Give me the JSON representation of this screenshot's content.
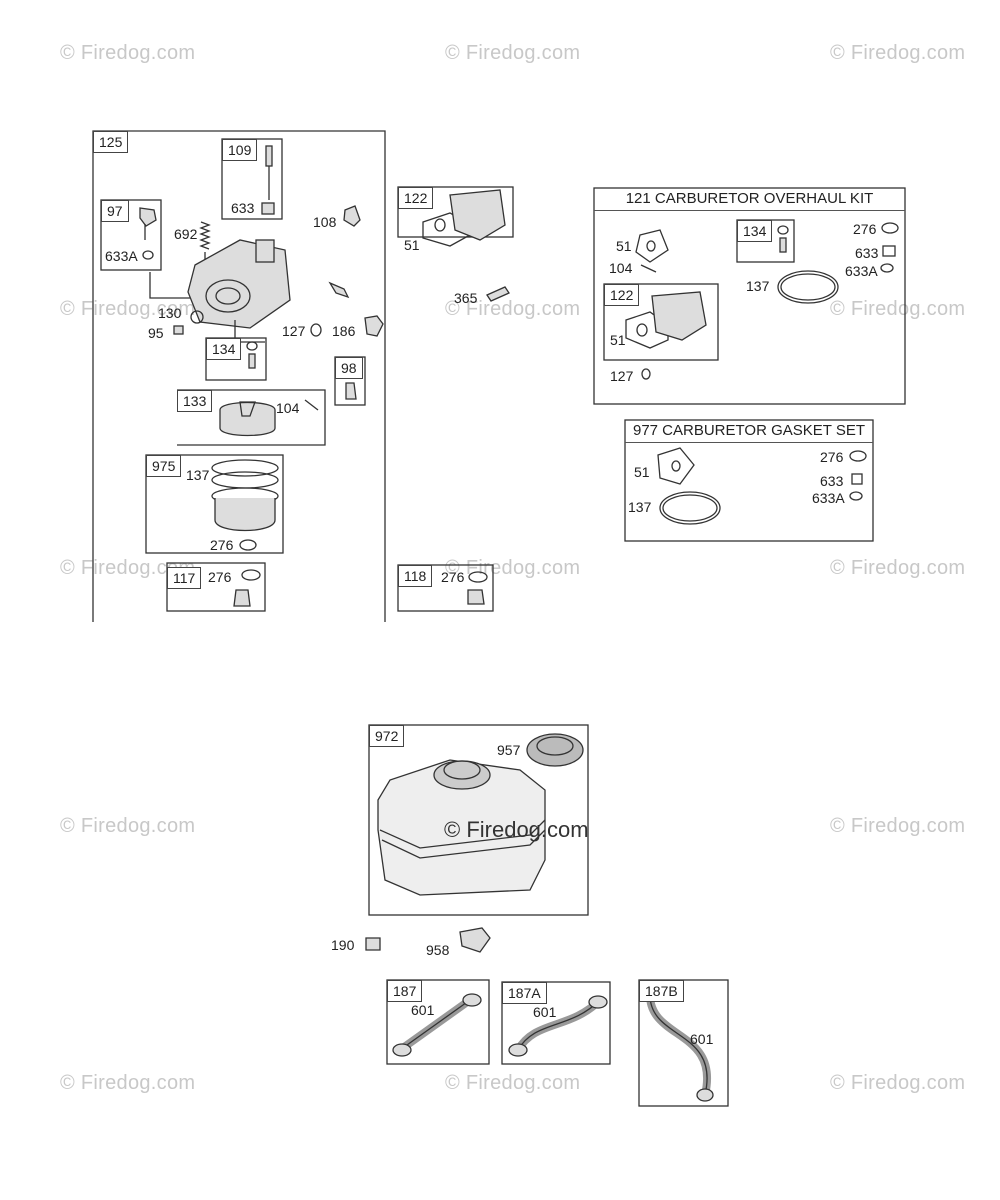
{
  "watermark": "© Firedog.com",
  "center_watermark": "© Firedog.com",
  "labels": {
    "g125": "125",
    "g109": "109",
    "p633_a": "633",
    "g97": "97",
    "p692": "692",
    "p633A_a": "633A",
    "p108": "108",
    "p130": "130",
    "p95": "95",
    "p127_a": "127",
    "p186": "186",
    "g134_a": "134",
    "g98": "98",
    "g133": "133",
    "p104_a": "104",
    "g975": "975",
    "p137_a": "137",
    "p276_a": "276",
    "g117": "117",
    "p276_b": "276",
    "g122_a": "122",
    "p51_a": "51",
    "p365": "365",
    "g118": "118",
    "p276_c": "276",
    "kit121_title": "121 CARBURETOR OVERHAUL KIT",
    "p51_b": "51",
    "p104_b": "104",
    "g134_b": "134",
    "p276_d": "276",
    "p633_b": "633",
    "p633A_b": "633A",
    "p137_b": "137",
    "g122_b": "122",
    "p51_c": "51",
    "p127_b": "127",
    "kit977_title": "977 CARBURETOR GASKET SET",
    "p51_d": "51",
    "p276_e": "276",
    "p633_c": "633",
    "p633A_c": "633A",
    "p137_c": "137",
    "g972": "972",
    "p957": "957",
    "p190": "190",
    "p958": "958",
    "g187": "187",
    "p601_a": "601",
    "g187A": "187A",
    "p601_b": "601",
    "g187B": "187B",
    "p601_c": "601"
  }
}
